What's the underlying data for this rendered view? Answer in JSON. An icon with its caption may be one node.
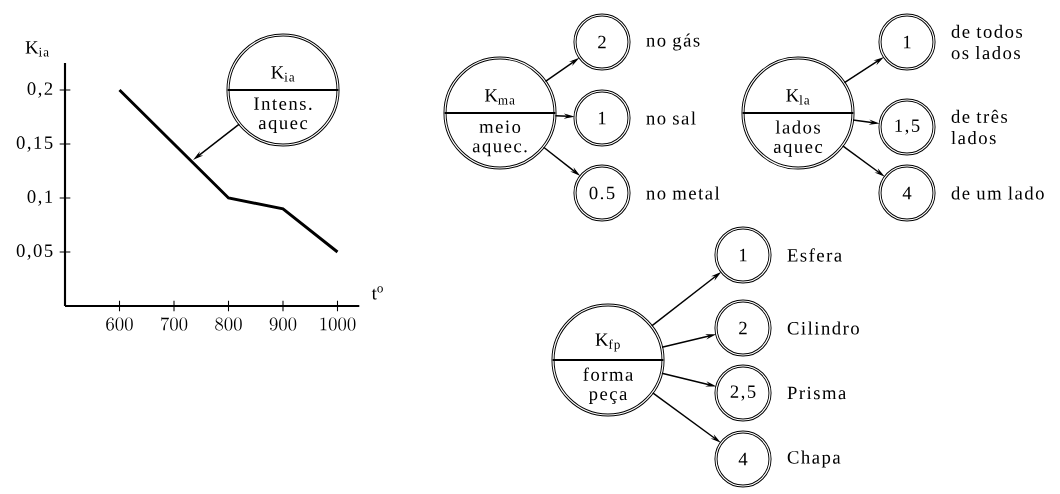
{
  "diagram": {
    "nodes": [
      {
        "text": [
          "K$_{ia}$",
          "Intens. aquec"
        ]
      },
      {
        "text": [
          "K$_{ma}$",
          "meio aquec."
        ]
      },
      {
        "text": [
          "2"
        ],
        "beside": [
          "no gás"
        ]
      },
      {
        "text": [
          "1"
        ],
        "beside": [
          "no sal"
        ]
      },
      {
        "text": [
          "0.5"
        ],
        "beside": [
          "no metal"
        ]
      },
      {
        "text": [
          "K$_{la}$",
          "lados aquec"
        ]
      },
      {
        "text": [
          "1"
        ],
        "beside": [
          "de todos os lados"
        ]
      },
      {
        "text": [
          "1,5"
        ],
        "beside": [
          "de três lados"
        ]
      },
      {
        "text": [
          "4"
        ],
        "beside": [
          "de um lado"
        ]
      },
      {
        "text": [
          "K$_{fp}$",
          "forma peça"
        ]
      },
      {
        "text": [
          "1"
        ],
        "beside": [
          "Esfera"
        ]
      },
      {
        "text": [
          "2"
        ],
        "beside": [
          "Cilindro"
        ]
      },
      {
        "text": [
          "2,5"
        ],
        "beside": [
          "Prisma"
        ]
      },
      {
        "text": [
          "4"
        ],
        "beside": [
          "Chapa"
        ]
      }
    ],
    "edges": [
      {
        "from": 0,
        "to": null,
        "arrow": "to"
      },
      {
        "from": 1,
        "to": 2,
        "arrow": "to"
      },
      {
        "from": 1,
        "to": 3,
        "arrow": "to"
      },
      {
        "from": 1,
        "to": 4,
        "arrow": "to"
      },
      {
        "from": 5,
        "to": 6,
        "arrow": "to"
      },
      {
        "from": 5,
        "to": 7,
        "arrow": "to"
      },
      {
        "from": 5,
        "to": 8,
        "arrow": "to"
      },
      {
        "from": 9,
        "to": 10,
        "arrow": "to"
      },
      {
        "from": 9,
        "to": 11,
        "arrow": "to"
      },
      {
        "from": 9,
        "to": 12,
        "arrow": "to"
      },
      {
        "from": 9,
        "to": 13,
        "arrow": "to"
      }
    ],
    "chart_data": {
      "type": "line",
      "xlabel": "t$^{o}$",
      "ylabel": "K$_{ia}$",
      "x": [
        600,
        700,
        800,
        900,
        1000
      ],
      "series": [
        {
          "color": "#000000",
          "values": [
            0.2,
            0.15,
            0.1,
            0.09,
            0.05
          ]
        }
      ],
      "xlim": [
        500,
        1040
      ],
      "ylim": [
        0,
        0.225
      ],
      "xticks": [
        600,
        700,
        800,
        900,
        1000
      ],
      "yticks": [
        {
          "value": 0.05,
          "label": "0,05"
        },
        {
          "value": 0.1,
          "label": "0,1"
        },
        {
          "value": 0.15,
          "label": "0,15"
        },
        {
          "value": 0.2,
          "label": "0,2"
        }
      ]
    }
  }
}
